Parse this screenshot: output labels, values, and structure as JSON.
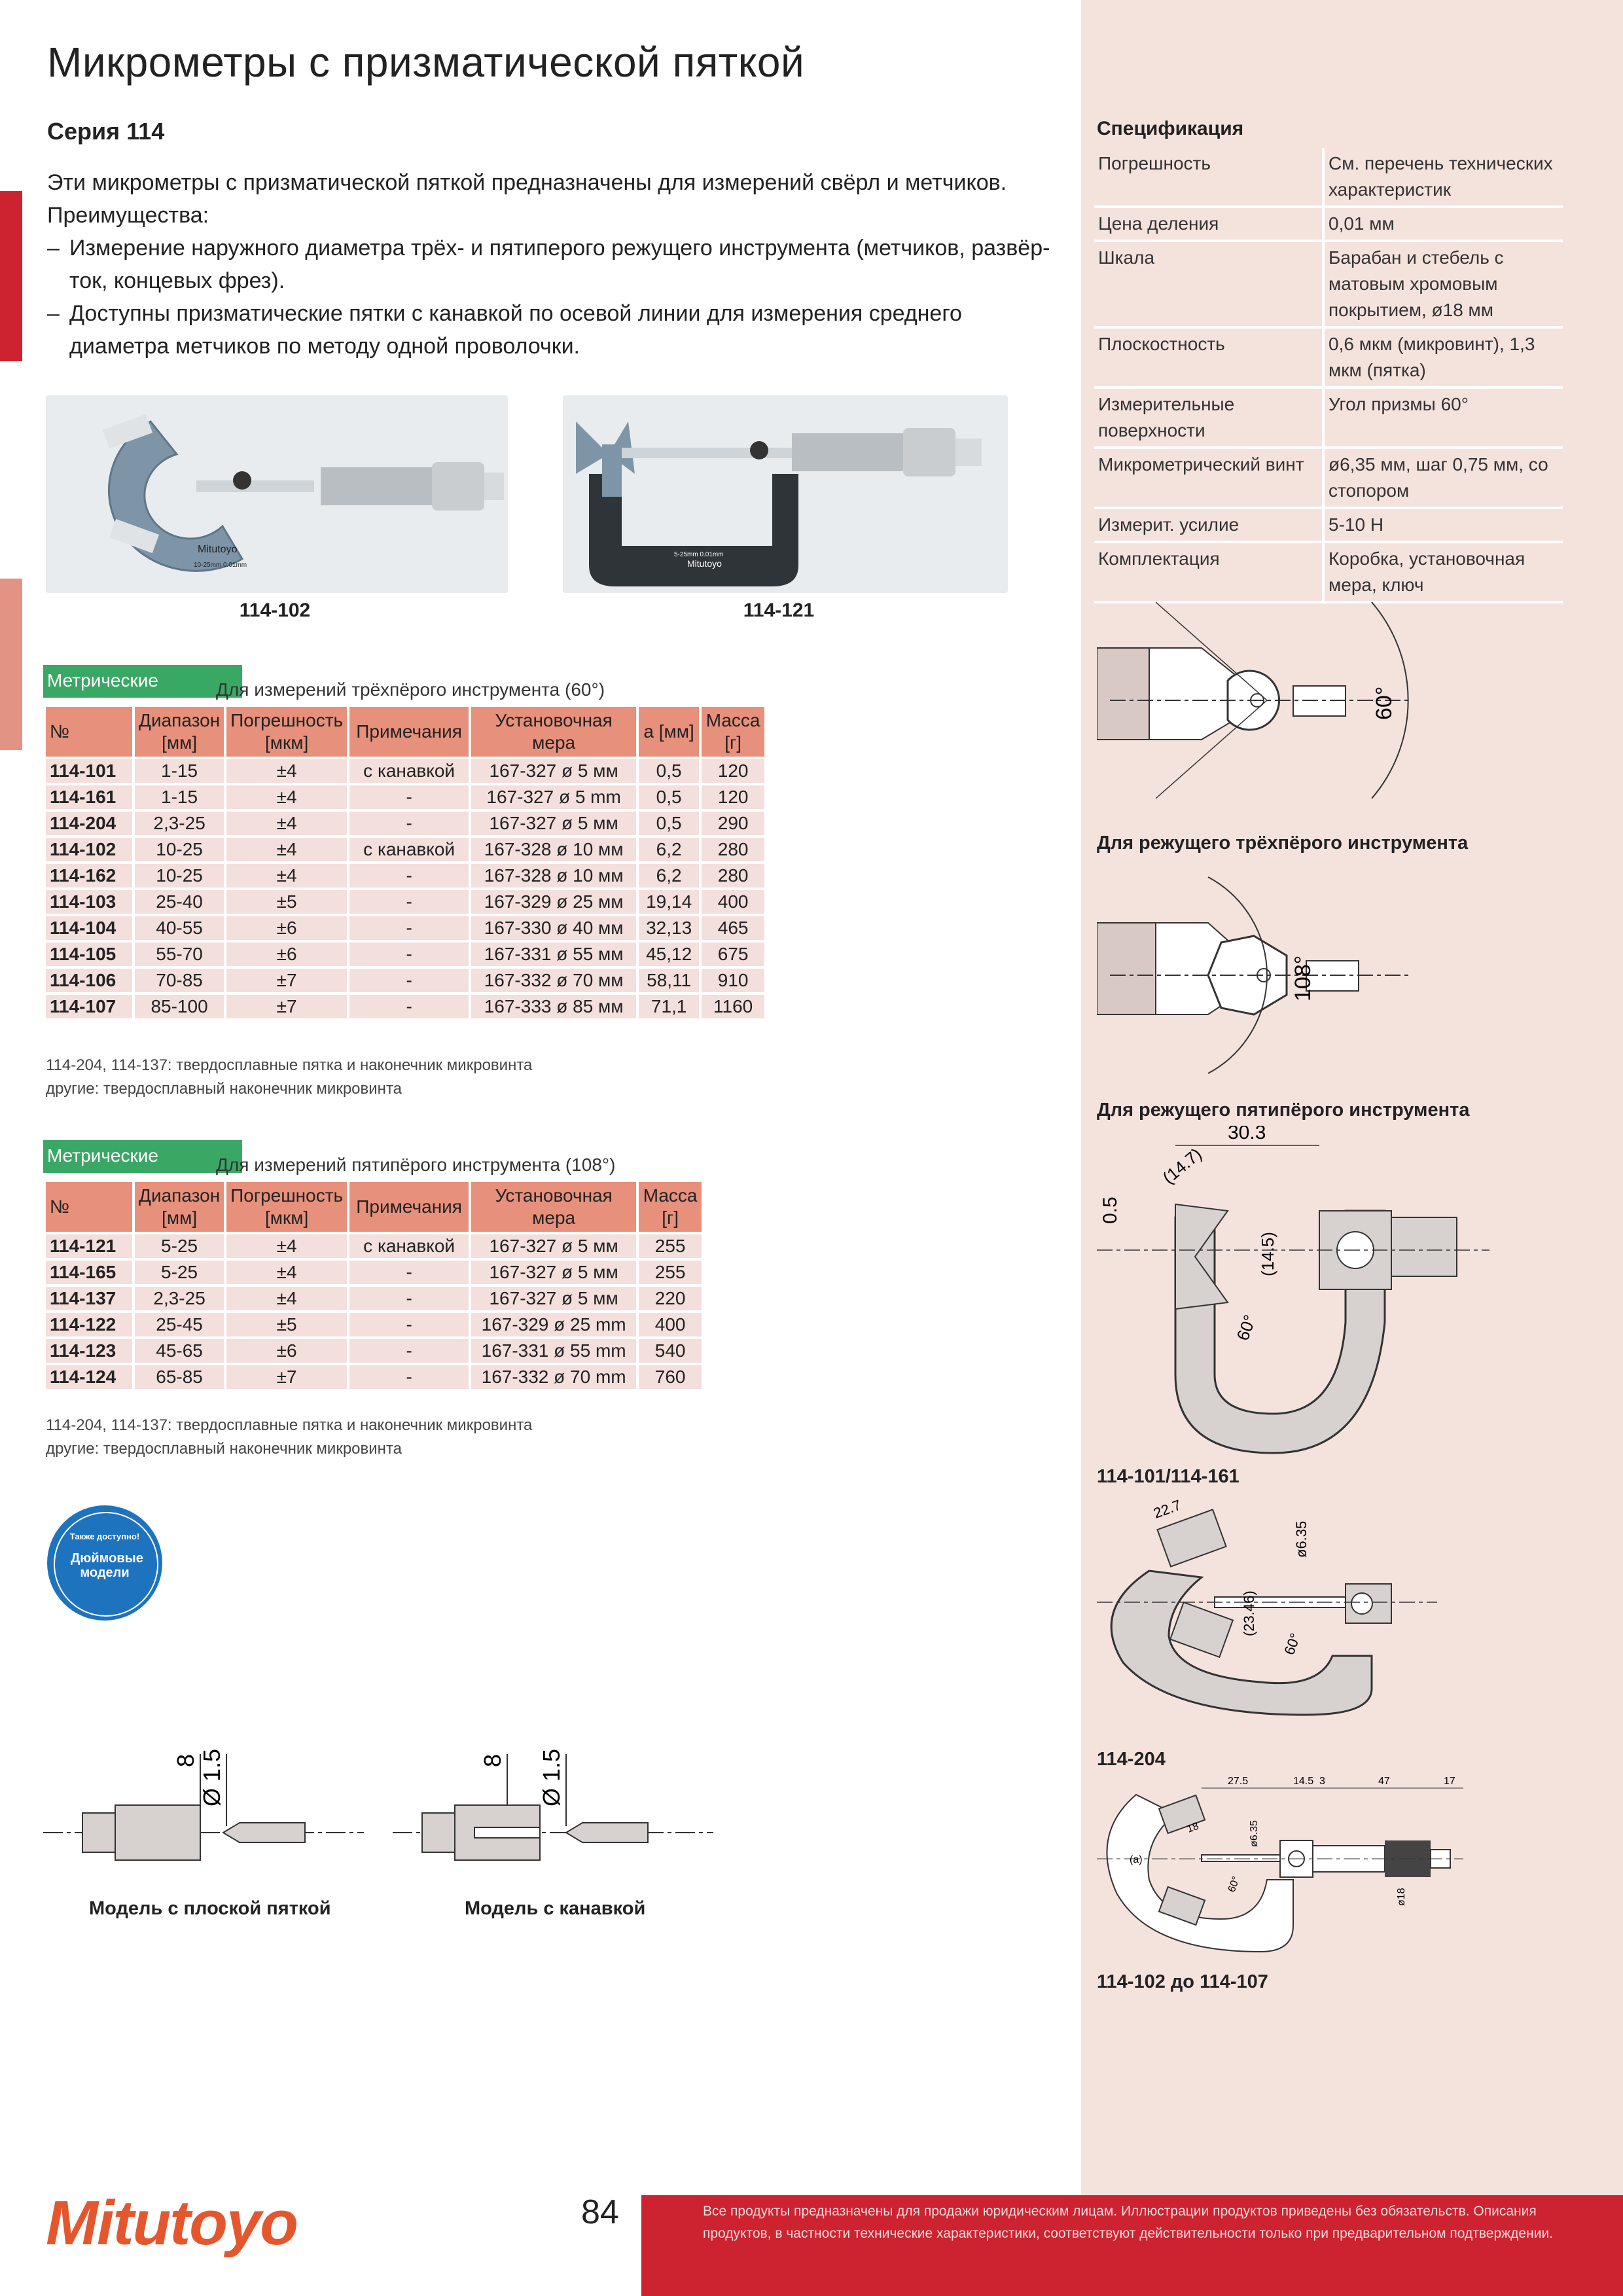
{
  "title": "Микрометры с призматической пяткой",
  "series": "Серия 114",
  "intro": {
    "line1": "Эти микрометры с призматической пяткой предназначены для измерений свёрл и метчиков.",
    "line2": "Преимущества:",
    "bullet1": "Измерение наружного диаметра трёх- и пятиперого режущего инструмента (метчиков, развёр-ток, концевых фрез).",
    "bullet2": "Доступны призматические пятки с канавкой по осевой линии для измерения среднего диаметра метчиков по методу одной проволочки.",
    "dash": "–"
  },
  "photos": {
    "left_caption": "114-102",
    "right_caption": "114-121",
    "left_brand": "Mitutoyo",
    "left_range": "10-25mm 0.01mm",
    "right_brand": "Mitutoyo",
    "right_range": "5-25mm 0.01mm"
  },
  "table1": {
    "tag": "Метрические",
    "subtitle": "Для измерений трёхпёрого инструмента (60°)",
    "headers": [
      "№",
      "Диапазон [мм]",
      "Погрешность [мкм]",
      "Примечания",
      "Установочная мера",
      "a [мм]",
      "Масса [г]"
    ],
    "rows": [
      [
        "114-101",
        "1-15",
        "±4",
        "с канавкой",
        "167-327 ø 5 мм",
        "0,5",
        "120"
      ],
      [
        "114-161",
        "1-15",
        "±4",
        "-",
        "167-327 ø 5 mm",
        "0,5",
        "120"
      ],
      [
        "114-204",
        "2,3-25",
        "±4",
        "-",
        "167-327 ø 5 мм",
        "0,5",
        "290"
      ],
      [
        "114-102",
        "10-25",
        "±4",
        "с канавкой",
        "167-328 ø 10 мм",
        "6,2",
        "280"
      ],
      [
        "114-162",
        "10-25",
        "±4",
        "-",
        "167-328 ø 10 мм",
        "6,2",
        "280"
      ],
      [
        "114-103",
        "25-40",
        "±5",
        "-",
        "167-329 ø 25 мм",
        "19,14",
        "400"
      ],
      [
        "114-104",
        "40-55",
        "±6",
        "-",
        "167-330 ø 40 мм",
        "32,13",
        "465"
      ],
      [
        "114-105",
        "55-70",
        "±6",
        "-",
        "167-331 ø 55 мм",
        "45,12",
        "675"
      ],
      [
        "114-106",
        "70-85",
        "±7",
        "-",
        "167-332 ø 70 мм",
        "58,11",
        "910"
      ],
      [
        "114-107",
        "85-100",
        "±7",
        "-",
        "167-333 ø 85 мм",
        "71,1",
        "1160"
      ]
    ],
    "note1": "114-204, 114-137: твердосплавные пятка и наконечник микровинта",
    "note2": "другие: твердосплавный наконечник микровинта"
  },
  "table2": {
    "tag": "Метрические",
    "subtitle": "Для измерений пятипёрого инструмента (108°)",
    "headers": [
      "№",
      "Диапазон [мм]",
      "Погрешность [мкм]",
      "Примечания",
      "Установочная мера",
      "Масса [г]"
    ],
    "rows": [
      [
        "114-121",
        "5-25",
        "±4",
        "с канавкой",
        "167-327 ø 5 мм",
        "255"
      ],
      [
        "114-165",
        "5-25",
        "±4",
        "-",
        "167-327 ø 5 мм",
        "255"
      ],
      [
        "114-137",
        "2,3-25",
        "±4",
        "-",
        "167-327 ø 5 мм",
        "220"
      ],
      [
        "114-122",
        "25-45",
        "±5",
        "-",
        "167-329 ø 25 mm",
        "400"
      ],
      [
        "114-123",
        "45-65",
        "±6",
        "-",
        "167-331 ø 55 mm",
        "540"
      ],
      [
        "114-124",
        "65-85",
        "±7",
        "-",
        "167-332 ø 70 mm",
        "760"
      ]
    ],
    "note1": "114-204, 114-137: твердосплавные пятка и наконечник микровинта",
    "note2": "другие: твердосплавный наконечник микровинта"
  },
  "badge": {
    "top": "Также доступно!",
    "main": "Дюймовые модели"
  },
  "tip_diagrams": {
    "dim_width": "8",
    "dim_dia": "Ø 1.5",
    "flat_caption": "Модель с плоской пяткой",
    "groove_caption": "Модель с канавкой"
  },
  "spec": {
    "title": "Спецификация",
    "rows": [
      [
        "Погрешность",
        "См. перечень технических характеристик"
      ],
      [
        "Цена деления",
        "0,01 мм"
      ],
      [
        "Шкала",
        "Барабан и стебель с матовым хромовым покрытием, ø18 мм"
      ],
      [
        "Плоскостность",
        "0,6 мкм (микровинт), 1,3 мкм (пятка)"
      ],
      [
        "Измерительные поверхности",
        "Угол призмы 60°"
      ],
      [
        "Микрометрический винт",
        "ø6,35 мм, шаг 0,75 мм, со стопором"
      ],
      [
        "Измерит. усилие",
        "5-10 Н"
      ],
      [
        "Комплектация",
        "Коробка, установочная мера, ключ"
      ]
    ]
  },
  "diagrams": {
    "d1_angle": "60°",
    "d1_caption": "Для режущего трёхпёрого инструмента",
    "d2_angle": "108°",
    "d2_caption": "Для режущего пятипёрого инструмента",
    "d3_dims": [
      "30.3",
      "(14.7)",
      "0.5",
      "(14.5)",
      "60°"
    ],
    "d3_caption": "114-101/114-161",
    "d4_dims": [
      "22.7",
      "ø6.35",
      "(23.46)",
      "60°"
    ],
    "d4_caption": "114-204",
    "d5_dims": [
      "27.5",
      "14.5",
      "3",
      "47",
      "17",
      "18",
      "ø6.35",
      "60°",
      "ø18",
      "(a)"
    ],
    "d5_caption": "114-102 до 114-107"
  },
  "footer": {
    "logo": "Mitutoyo",
    "page": "84",
    "disclaimer": "Все продукты предназначены для продажи юридическим лицам. Иллюстрации продуктов приведены без обязательств. Описания продуктов, в частности технические характеристики, соответствуют действительности только при предварительном подтверждении."
  },
  "colors": {
    "accent_red": "#cd2230",
    "panel_bg": "#f4e2dd",
    "header_salmon": "#e7907c",
    "row_bg": "#f3dfdb",
    "tag_green": "#3aa865",
    "badge_blue": "#1e73be",
    "logo_orange": "#e4572e"
  }
}
